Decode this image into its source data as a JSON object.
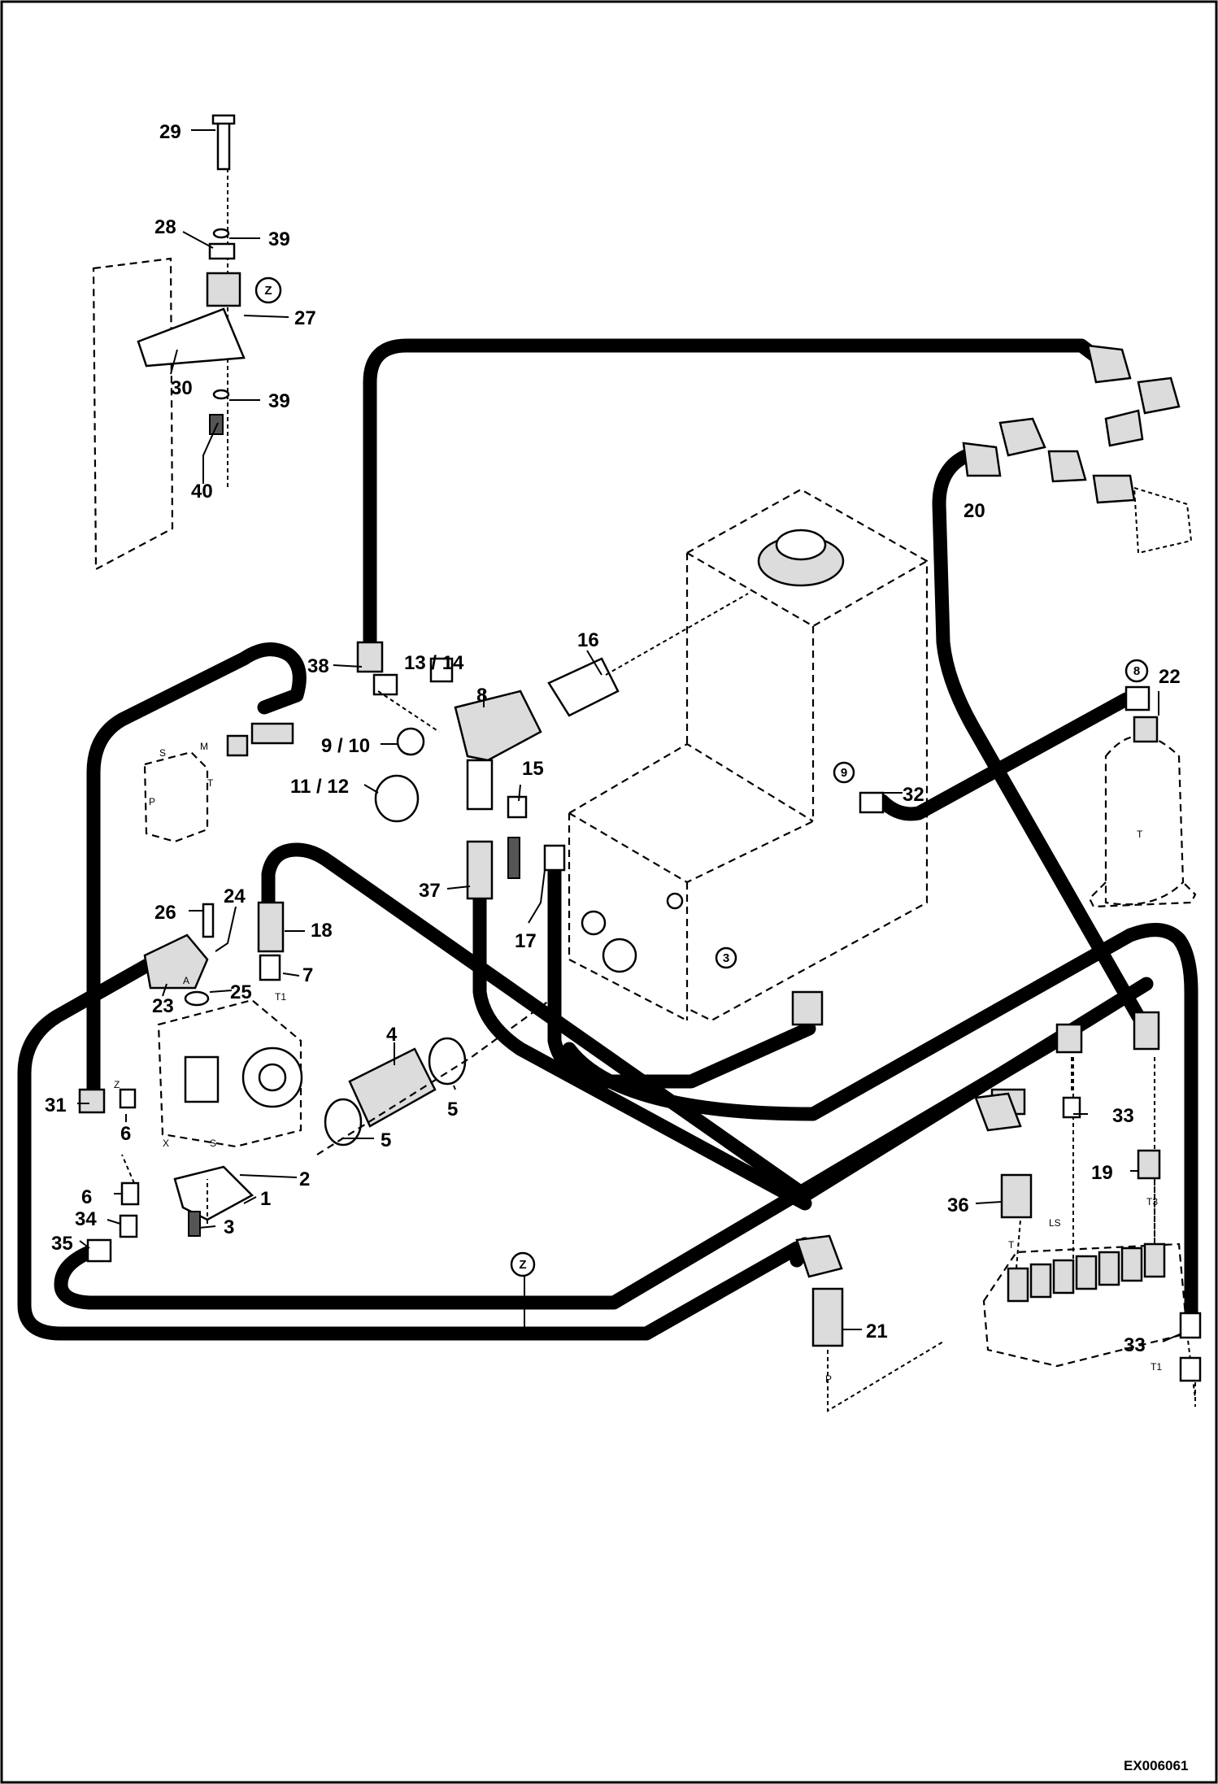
{
  "drawing_id": "EX006061",
  "callouts": [
    {
      "id": "c29",
      "text": "29"
    },
    {
      "id": "c28",
      "text": "28"
    },
    {
      "id": "c39a",
      "text": "39"
    },
    {
      "id": "c27",
      "text": "27"
    },
    {
      "id": "c30",
      "text": "30"
    },
    {
      "id": "c39b",
      "text": "39"
    },
    {
      "id": "c40",
      "text": "40"
    },
    {
      "id": "c20",
      "text": "20"
    },
    {
      "id": "c38",
      "text": "38"
    },
    {
      "id": "c1314",
      "text": "13 / 14"
    },
    {
      "id": "c8",
      "text": "8"
    },
    {
      "id": "c16",
      "text": "16"
    },
    {
      "id": "c22",
      "text": "22"
    },
    {
      "id": "c910",
      "text": "9 / 10"
    },
    {
      "id": "c15",
      "text": "15"
    },
    {
      "id": "c1112",
      "text": "11 / 12"
    },
    {
      "id": "c32",
      "text": "32"
    },
    {
      "id": "c37",
      "text": "37"
    },
    {
      "id": "c26",
      "text": "26"
    },
    {
      "id": "c24",
      "text": "24"
    },
    {
      "id": "c18",
      "text": "18"
    },
    {
      "id": "c17",
      "text": "17"
    },
    {
      "id": "c7",
      "text": "7"
    },
    {
      "id": "c23",
      "text": "23"
    },
    {
      "id": "c25",
      "text": "25"
    },
    {
      "id": "c4",
      "text": "4"
    },
    {
      "id": "c31",
      "text": "31"
    },
    {
      "id": "c6a",
      "text": "6"
    },
    {
      "id": "c5a",
      "text": "5"
    },
    {
      "id": "c5b",
      "text": "5"
    },
    {
      "id": "c33a",
      "text": "33"
    },
    {
      "id": "c2",
      "text": "2"
    },
    {
      "id": "c19",
      "text": "19"
    },
    {
      "id": "c1",
      "text": "1"
    },
    {
      "id": "c6b",
      "text": "6"
    },
    {
      "id": "c36",
      "text": "36"
    },
    {
      "id": "c34",
      "text": "34"
    },
    {
      "id": "c3",
      "text": "3"
    },
    {
      "id": "c35",
      "text": "35"
    },
    {
      "id": "c21",
      "text": "21"
    },
    {
      "id": "c33b",
      "text": "33"
    }
  ],
  "markers": [
    {
      "id": "mZ1",
      "text": "Z"
    },
    {
      "id": "m8",
      "text": "8"
    },
    {
      "id": "m9",
      "text": "9"
    },
    {
      "id": "m3",
      "text": "3"
    },
    {
      "id": "mZ2",
      "text": "Z"
    }
  ],
  "port_labels": [
    {
      "id": "pS1",
      "text": "S"
    },
    {
      "id": "pM",
      "text": "M"
    },
    {
      "id": "pP1",
      "text": "P"
    },
    {
      "id": "pT1",
      "text": "T"
    },
    {
      "id": "pA",
      "text": "A"
    },
    {
      "id": "pT1b",
      "text": "T1"
    },
    {
      "id": "pZ",
      "text": "Z"
    },
    {
      "id": "pX",
      "text": "X"
    },
    {
      "id": "pS2",
      "text": "S"
    },
    {
      "id": "pLS",
      "text": "LS"
    },
    {
      "id": "pT3",
      "text": "T3"
    },
    {
      "id": "pT",
      "text": "T"
    },
    {
      "id": "pT1c",
      "text": "T1"
    },
    {
      "id": "pP",
      "text": "P"
    },
    {
      "id": "pT2",
      "text": "T"
    }
  ]
}
